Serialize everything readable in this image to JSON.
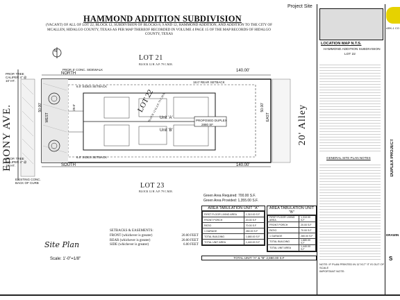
{
  "document": {
    "title": "HAMMOND ADDITION SUBDIVISION",
    "description": "(VACANT) OF ALL OF LOT 22, BLOCK 12, SUBDIVISION OF BLOCKS 8, 9 AND 12, HAMMOND ADDITION, AND ADDITION TO THE CITY OF MCALLEN, HIDALGO COUNTY, TEXAS AS PER MAP THEREOF RECORDED IN VOLUME 4 PAGE 15 OF THE MAP RECORDS OF HIDALGO COUNTY, TEXAS",
    "project_site": "Project Site"
  },
  "site_plan": {
    "lot_21": "LOT 21",
    "lot_21_sub": "BLOCK 12 H. A.P. 79 C.M.R.",
    "lot_23": "LOT 23",
    "lot_23_sub": "BLOCK 12 H. A.P. 79 C.M.R.",
    "lot_22": "LOT 22",
    "lot_22_sub": "BLOCK 12 H.A.P. 79 C.M.R.",
    "street": "EBONY AVE.",
    "alley": "20' Alley",
    "north": "NORTH",
    "south": "SOUTH",
    "west": "WEST",
    "east": "EAST",
    "dim_top": "140.00'",
    "dim_bottom": "140.00'",
    "dim_west": "50.00'",
    "dim_east": "50.00'",
    "rear_setback": "18.0' REAR SETBACK",
    "side_setback_top": "6.0' SIDES SETBACK",
    "side_setback_bottom": "6.0' SIDES SETBACK",
    "sidewalk": "PROP. 5' CONC. SIDEWALK",
    "tree_top": "PROP. TREE CALIPER 4\" @ 10' HT.",
    "tree_bottom": "PROP. TREE CALIPER 4\" @ 10' HT.",
    "curb": "EXISTING CONC. BACK OF CURB",
    "unit_a": "Unit 'A'",
    "unit_b": "Unit 'B'",
    "duplex": "PROPOSED DUPLEX",
    "duplex_area": "2880 SF",
    "front_setback": "20.0'",
    "north_mark": "N"
  },
  "caption": {
    "label": "Site Plan",
    "scale": "Scale: 1'-0\"=1/8\""
  },
  "setbacks": {
    "heading": "SETBACKS & EASEMENTS:",
    "rows": [
      {
        "label": "FRONT (whichever is greater)",
        "value": "20.00 FEET"
      },
      {
        "label": "REAR (whichever is greater)",
        "value": "20.00 FEET"
      },
      {
        "label": "SIDE (whichever is greater)",
        "value": "6.00 FEET"
      }
    ]
  },
  "green_area": {
    "required": "Green Area Required: 700.00 S.F.",
    "provided": "Green Area Provided: 1,355.00 S.F."
  },
  "area_tables": {
    "unit_a_title": "AREA TABULATION UNIT \"A\"",
    "unit_b_title": "AREA TABULATION UNIT \"B\"",
    "rows_a": [
      {
        "label": "FIRST FLOOR LIVING AREA",
        "value": "1,310.00 S.F"
      },
      {
        "label": "FRONT PORCH",
        "value": "20.00 S.F"
      },
      {
        "label": "PATIO",
        "value": "70.00 S.F"
      },
      {
        "label": "1 GARAGE",
        "value": "280.00 S.F"
      },
      {
        "label": "TOTAL BUILDING",
        "value": "1,680.00 S.F"
      },
      {
        "label": "TOTAL UNIT AREA",
        "value": "1,440.00 S.F"
      }
    ],
    "rows_b": [
      {
        "label": "FIRST FLOOR LIVING AREA",
        "value": "1,310.00 S.F"
      },
      {
        "label": "FRONT PORCH",
        "value": "20.00 S.F"
      },
      {
        "label": "PATIO",
        "value": "70.00 S.F"
      },
      {
        "label": "1 GARAGE",
        "value": "280.00 S.F"
      },
      {
        "label": "TOTAL BUILDING",
        "value": "1,680.00 S.F"
      },
      {
        "label": "TOTAL UNIT AREA",
        "value": "1,440.00 S.F"
      }
    ],
    "total": "TOTAL UNIT \"A\" & \"B\" 2,880.00 S.F"
  },
  "right_panel": {
    "location_map": "LOCATION MAP N.T.S.",
    "sub_title": "HAMMOND ADDITION SUBDIVISION",
    "sub_lot": "LOT 22",
    "notes_heading": "GENERAL SITE PLAN NOTES",
    "note_warning": "NOTE: IF PLAN PRINTED IN 11\"X17\" IT IS OUT OF SCALE",
    "important": "IMPORTANT NOTE:",
    "firm": "ARK-1 CO",
    "duplex_project": "DUPLEX PROJECT",
    "drawing": "DRAWIN",
    "sheet": "S"
  },
  "colors": {
    "accent_yellow": "#e6d200",
    "line": "#111111",
    "hatch": "#555555"
  }
}
